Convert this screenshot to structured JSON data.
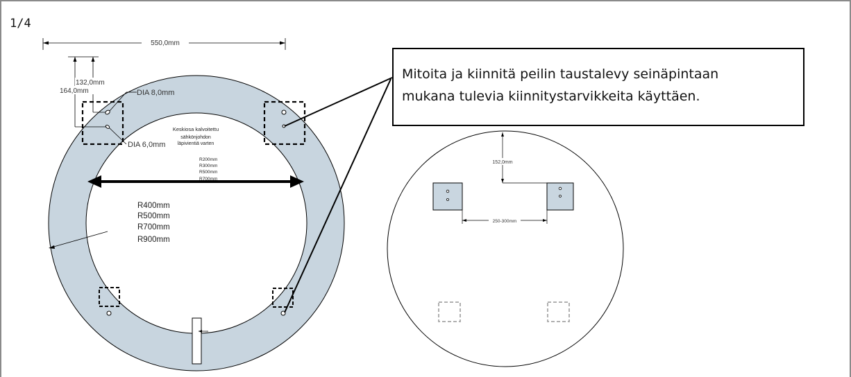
{
  "page_label": "1/4",
  "colors": {
    "ring_fill": "#c8d5df",
    "plate_fill": "#c9d6e0",
    "line": "#000000",
    "ghost_dash": "#b0b0b0"
  },
  "callout": {
    "line1": "Mitoita ja kiinnitä peilin taustalevy seinäpintaan",
    "line2": "mukana tulevia kiinnitystarvikkeita käyttäen."
  },
  "left_drawing": {
    "width_dim": "550,0mm",
    "vertical_dim_a": "132,0mm",
    "vertical_dim_b": "164,0mm",
    "hole_dia_large": "DIA 8,0mm",
    "hole_dia_small": "DIA 6,0mm",
    "center_note_lines": [
      "Keskiosa kalvoitettu",
      "sähkönjohdon",
      "läpivientiä varten"
    ],
    "small_radii": [
      "R200mm",
      "R300mm",
      "R500mm",
      "R700mm"
    ],
    "radii": [
      "R400mm",
      "R500mm",
      "R700mm",
      "R900mm"
    ]
  },
  "right_drawing": {
    "vertical_dim": "152,0mm",
    "spacing_dim": "250-300mm"
  }
}
